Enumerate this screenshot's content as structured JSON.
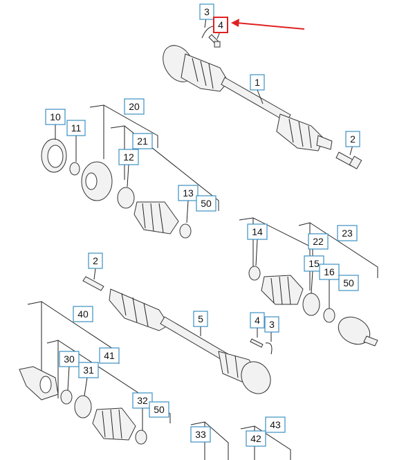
{
  "diagram": {
    "callouts": [
      {
        "id": "c3a",
        "text": "3"
      },
      {
        "id": "c4a",
        "text": "4",
        "highlighted": true
      },
      {
        "id": "c1",
        "text": "1"
      },
      {
        "id": "c2a",
        "text": "2"
      },
      {
        "id": "c10",
        "text": "10"
      },
      {
        "id": "c11",
        "text": "11"
      },
      {
        "id": "c20",
        "text": "20"
      },
      {
        "id": "c21",
        "text": "21"
      },
      {
        "id": "c12",
        "text": "12"
      },
      {
        "id": "c13",
        "text": "13"
      },
      {
        "id": "c50a",
        "text": "50"
      },
      {
        "id": "c14",
        "text": "14"
      },
      {
        "id": "c22",
        "text": "22"
      },
      {
        "id": "c23",
        "text": "23"
      },
      {
        "id": "c15",
        "text": "15"
      },
      {
        "id": "c16",
        "text": "16"
      },
      {
        "id": "c50b",
        "text": "50"
      },
      {
        "id": "c2b",
        "text": "2"
      },
      {
        "id": "c5",
        "text": "5"
      },
      {
        "id": "c4b",
        "text": "4"
      },
      {
        "id": "c3b",
        "text": "3"
      },
      {
        "id": "c40",
        "text": "40"
      },
      {
        "id": "c30",
        "text": "30"
      },
      {
        "id": "c41",
        "text": "41"
      },
      {
        "id": "c31",
        "text": "31"
      },
      {
        "id": "c32",
        "text": "32"
      },
      {
        "id": "c50c",
        "text": "50"
      },
      {
        "id": "c33",
        "text": "33"
      },
      {
        "id": "c42",
        "text": "42"
      },
      {
        "id": "c43",
        "text": "43"
      }
    ],
    "accent_color": "#e02020",
    "callout_border_color": "#3b8fc0"
  }
}
